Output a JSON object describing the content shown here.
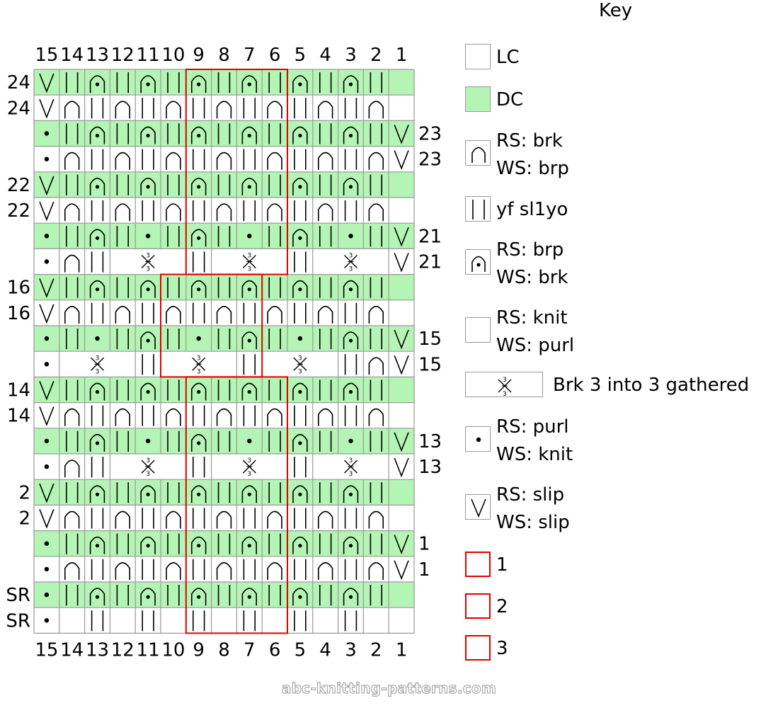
{
  "chart_data": {
    "type": "table",
    "columns": [
      "15",
      "14",
      "13",
      "12",
      "11",
      "10",
      "9",
      "8",
      "7",
      "6",
      "5",
      "4",
      "3",
      "2",
      "1"
    ],
    "rows": [
      {
        "left": "24",
        "right": "",
        "bg": "DC",
        "cells": [
          "V",
          "Y",
          "P",
          "Y",
          "P",
          "Y",
          "P",
          "Y",
          "P",
          "Y",
          "P",
          "Y",
          "P",
          "Y",
          "D"
        ]
      },
      {
        "left": "24",
        "right": "",
        "bg": "LC",
        "cells": [
          "V",
          "B",
          "Y",
          "B",
          "Y",
          "B",
          "Y",
          "B",
          "Y",
          "B",
          "Y",
          "B",
          "Y",
          "B",
          "E"
        ]
      },
      {
        "left": "",
        "right": "23",
        "bg": "DC",
        "cells": [
          "O",
          "Y",
          "P",
          "Y",
          "P",
          "Y",
          "P",
          "Y",
          "P",
          "Y",
          "P",
          "Y",
          "P",
          "Y",
          "V"
        ]
      },
      {
        "left": "",
        "right": "23",
        "bg": "LC",
        "cells": [
          "O",
          "B",
          "Y",
          "B",
          "Y",
          "B",
          "Y",
          "B",
          "Y",
          "B",
          "Y",
          "B",
          "Y",
          "B",
          "V"
        ]
      },
      {
        "left": "22",
        "right": "",
        "bg": "DC",
        "cells": [
          "V",
          "Y",
          "P",
          "Y",
          "P",
          "Y",
          "P",
          "Y",
          "P",
          "Y",
          "P",
          "Y",
          "P",
          "Y",
          "D"
        ]
      },
      {
        "left": "22",
        "right": "",
        "bg": "LC",
        "cells": [
          "V",
          "B",
          "Y",
          "B",
          "Y",
          "B",
          "Y",
          "B",
          "Y",
          "B",
          "Y",
          "B",
          "Y",
          "B",
          "E"
        ]
      },
      {
        "left": "",
        "right": "21",
        "bg": "DC",
        "cells": [
          "O",
          "Y",
          "P",
          "Y",
          "O",
          "Y",
          "P",
          "Y",
          "O",
          "Y",
          "P",
          "Y",
          "O",
          "Y",
          "V"
        ]
      },
      {
        "left": "",
        "right": "21",
        "bg": "LC",
        "cells": [
          "O",
          "B",
          "Y",
          "X3",
          "",
          "",
          "Y",
          "X3",
          "",
          "",
          "Y",
          "X3",
          "",
          "",
          "V"
        ]
      },
      {
        "left": "16",
        "right": "",
        "bg": "DC",
        "cells": [
          "V",
          "Y",
          "P",
          "Y",
          "P",
          "Y",
          "P",
          "Y",
          "P",
          "Y",
          "P",
          "Y",
          "P",
          "Y",
          "D"
        ]
      },
      {
        "left": "16",
        "right": "",
        "bg": "LC",
        "cells": [
          "V",
          "B",
          "Y",
          "B",
          "Y",
          "B",
          "Y",
          "B",
          "Y",
          "B",
          "Y",
          "B",
          "Y",
          "B",
          "E"
        ]
      },
      {
        "left": "",
        "right": "15",
        "bg": "DC",
        "cells": [
          "O",
          "Y",
          "O",
          "Y",
          "P",
          "Y",
          "O",
          "Y",
          "P",
          "Y",
          "O",
          "Y",
          "P",
          "Y",
          "V"
        ]
      },
      {
        "left": "",
        "right": "15",
        "bg": "LC",
        "cells": [
          "O",
          "X3",
          "",
          "",
          "Y",
          "X3",
          "",
          "",
          "Y",
          "X3",
          "",
          "",
          "Y",
          "B",
          "V"
        ]
      },
      {
        "left": "14",
        "right": "",
        "bg": "DC",
        "cells": [
          "V",
          "Y",
          "P",
          "Y",
          "P",
          "Y",
          "P",
          "Y",
          "P",
          "Y",
          "P",
          "Y",
          "P",
          "Y",
          "D"
        ]
      },
      {
        "left": "14",
        "right": "",
        "bg": "LC",
        "cells": [
          "V",
          "B",
          "Y",
          "B",
          "Y",
          "B",
          "Y",
          "B",
          "Y",
          "B",
          "Y",
          "B",
          "Y",
          "B",
          "E"
        ]
      },
      {
        "left": "",
        "right": "13",
        "bg": "DC",
        "cells": [
          "O",
          "Y",
          "P",
          "Y",
          "O",
          "Y",
          "P",
          "Y",
          "O",
          "Y",
          "P",
          "Y",
          "O",
          "Y",
          "V"
        ]
      },
      {
        "left": "",
        "right": "13",
        "bg": "LC",
        "cells": [
          "O",
          "B",
          "Y",
          "X3",
          "",
          "",
          "Y",
          "X3",
          "",
          "",
          "Y",
          "X3",
          "",
          "",
          "V"
        ]
      },
      {
        "left": "2",
        "right": "",
        "bg": "DC",
        "cells": [
          "V",
          "Y",
          "P",
          "Y",
          "P",
          "Y",
          "P",
          "Y",
          "P",
          "Y",
          "P",
          "Y",
          "P",
          "Y",
          "D"
        ]
      },
      {
        "left": "2",
        "right": "",
        "bg": "LC",
        "cells": [
          "V",
          "B",
          "Y",
          "B",
          "Y",
          "B",
          "Y",
          "B",
          "Y",
          "B",
          "Y",
          "B",
          "Y",
          "B",
          "E"
        ]
      },
      {
        "left": "",
        "right": "1",
        "bg": "DC",
        "cells": [
          "O",
          "Y",
          "P",
          "Y",
          "P",
          "Y",
          "P",
          "Y",
          "P",
          "Y",
          "P",
          "Y",
          "P",
          "Y",
          "V"
        ]
      },
      {
        "left": "",
        "right": "1",
        "bg": "LC",
        "cells": [
          "O",
          "B",
          "Y",
          "B",
          "Y",
          "B",
          "Y",
          "B",
          "Y",
          "B",
          "Y",
          "B",
          "Y",
          "B",
          "V"
        ]
      },
      {
        "left": "SR",
        "right": "",
        "bg": "DC",
        "cells": [
          "O",
          "Y",
          "P",
          "Y",
          "P",
          "Y",
          "P",
          "Y",
          "P",
          "Y",
          "P",
          "Y",
          "P",
          "Y",
          "D"
        ]
      },
      {
        "left": "SR",
        "right": "",
        "bg": "LC",
        "cells": [
          "O",
          "E",
          "Y",
          "E",
          "Y",
          "E",
          "Y",
          "E",
          "Y",
          "E",
          "Y",
          "E",
          "Y",
          "E",
          "E"
        ]
      }
    ],
    "repeat_outlines": [
      {
        "label": "1",
        "rows": [
          0,
          7
        ],
        "cols": [
          "9",
          "6"
        ]
      },
      {
        "label": "3",
        "rows": [
          8,
          11
        ],
        "cols": [
          "10",
          "7"
        ]
      },
      {
        "label": "1",
        "rows": [
          12,
          21
        ],
        "cols": [
          "9",
          "6"
        ]
      }
    ],
    "colors": {
      "LC": "#ffffff",
      "DC": "#b4f4b4",
      "grid": "#9a9a9a",
      "repeat": "#e00000"
    }
  },
  "key": {
    "title": "Key",
    "items": [
      {
        "symbol": "LC",
        "lines": [
          "LC"
        ]
      },
      {
        "symbol": "DC",
        "lines": [
          "DC"
        ]
      },
      {
        "symbol": "B",
        "lines": [
          "RS: brk",
          "WS: brp"
        ]
      },
      {
        "symbol": "Y",
        "lines": [
          "yf sl1yo"
        ]
      },
      {
        "symbol": "P",
        "lines": [
          "RS: brp",
          "WS: brk"
        ]
      },
      {
        "symbol": "E",
        "lines": [
          "RS: knit",
          "WS: purl"
        ]
      },
      {
        "symbol": "X3",
        "lines": [
          "Brk 3 into 3 gathered"
        ]
      },
      {
        "symbol": "O",
        "lines": [
          "RS: purl",
          "WS: knit"
        ]
      },
      {
        "symbol": "V",
        "lines": [
          "RS: slip",
          "WS: slip"
        ]
      },
      {
        "symbol": "R",
        "lines": [
          "1"
        ]
      },
      {
        "symbol": "R",
        "lines": [
          "2"
        ]
      },
      {
        "symbol": "R",
        "lines": [
          "3"
        ]
      }
    ]
  },
  "watermark": "abc-knitting-patterns.com"
}
